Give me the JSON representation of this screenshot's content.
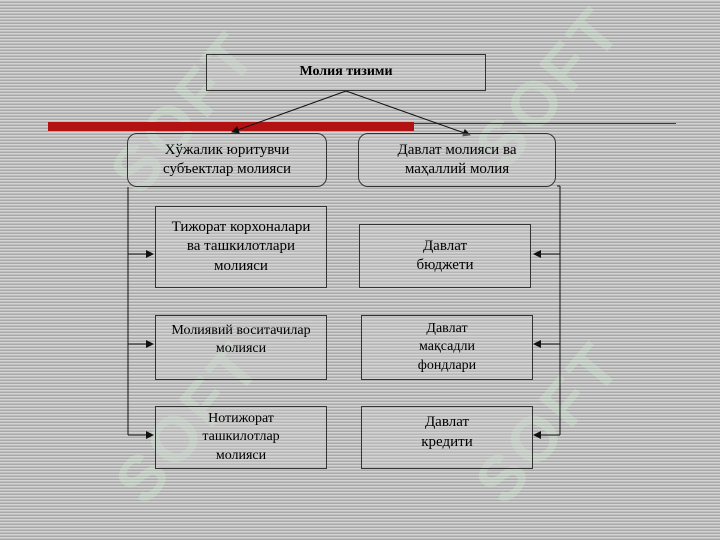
{
  "watermark": {
    "text": "SOFT"
  },
  "nodes": {
    "root": {
      "lines": [
        "Молия тизими"
      ]
    },
    "left_header": {
      "lines": [
        "Хўжалик юритувчи",
        "субъектлар молияси"
      ]
    },
    "right_header": {
      "lines": [
        "Давлат молияси ва",
        "маҳаллий молия"
      ]
    },
    "left_1": {
      "lines": [
        "Тижорат корхоналари",
        "ва ташкилотлари",
        "молияси"
      ]
    },
    "left_2": {
      "lines": [
        "Молиявий воситачилар",
        "молияси"
      ]
    },
    "left_3": {
      "lines": [
        "Нотижорат",
        "ташкилотлар",
        "молияси"
      ]
    },
    "right_1": {
      "lines": [
        "Давлат",
        "бюджети"
      ]
    },
    "right_2": {
      "lines": [
        "Давлат",
        "мақсадли",
        "фондлари"
      ]
    },
    "right_3": {
      "lines": [
        "Давлат",
        "кредити"
      ]
    }
  },
  "colors": {
    "accent_bar": "#b31212",
    "line": "#8a1a1a"
  }
}
